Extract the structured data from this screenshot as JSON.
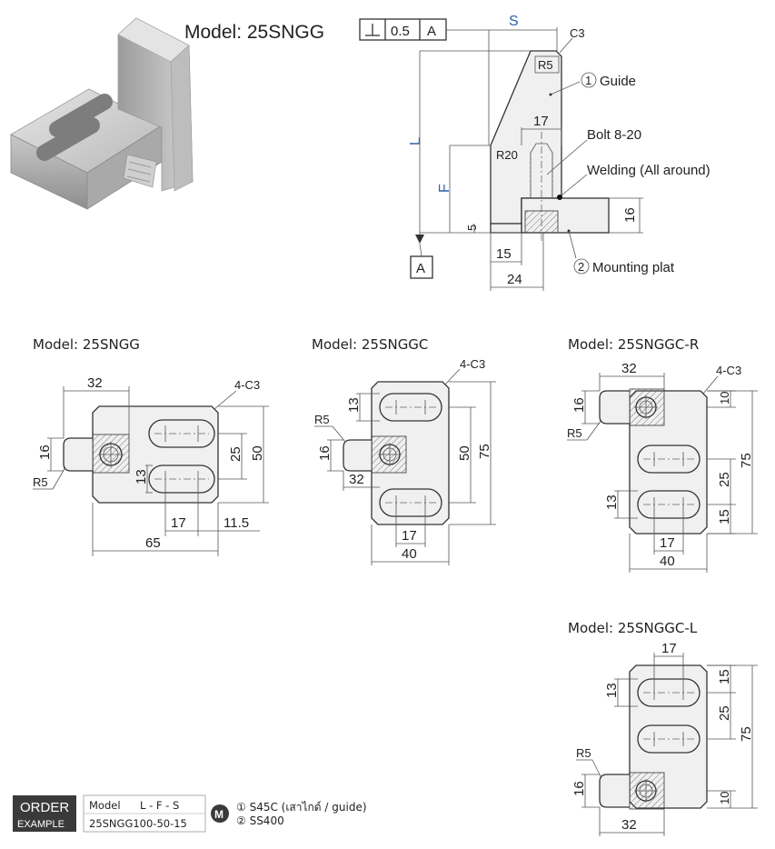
{
  "header": {
    "model": "Model: 25SNGG",
    "tolerance": {
      "symbol": "⊥",
      "value": "0.5",
      "datum": "A"
    }
  },
  "side_view": {
    "S": "S",
    "L": "L",
    "F": "F",
    "c3": "C3",
    "r5": "R5",
    "r20": "R20",
    "guide": "Guide",
    "guide_num": "1",
    "bolt_width": "17",
    "bolt": "Bolt 8-20",
    "welding": "Welding (All around)",
    "plate_h": "16",
    "five": "5",
    "fifteen": "15",
    "twentyfour": "24",
    "mount": "Mounting plat",
    "mount_num": "2",
    "datum": "A"
  },
  "views": {
    "v1": {
      "title": "Model: 25SNGG",
      "w32": "32",
      "c": "4-C3",
      "h16": "16",
      "r5": "R5",
      "d13": "13",
      "d25": "25",
      "d50": "50",
      "d17": "17",
      "d115": "11.5",
      "d65": "65"
    },
    "v2": {
      "title": "Model: 25SNGGC",
      "c": "4-C3",
      "d13": "13",
      "r5": "R5",
      "h16": "16",
      "w32": "32",
      "d50": "50",
      "d75": "75",
      "d17": "17",
      "d40": "40"
    },
    "v3": {
      "title": "Model: 25SNGGC-R",
      "w32": "32",
      "c": "4-C3",
      "h16": "16",
      "r5": "R5",
      "d10": "10",
      "d25": "25",
      "d75": "75",
      "d13": "13",
      "d15": "15",
      "d17": "17",
      "d40": "40"
    },
    "v4": {
      "title": "Model: 25SNGGC-L",
      "d17": "17",
      "d13": "13",
      "d15": "15",
      "d25": "25",
      "d75": "75",
      "r5": "R5",
      "h16": "16",
      "d10": "10",
      "w32": "32"
    }
  },
  "order": {
    "label1": "ORDER",
    "label2": "EXAMPLE",
    "model_label": "Model",
    "fields": "L - F - S",
    "example": "25SNGG100-50-15",
    "m": "M",
    "mat1": "① S45C (เสาไกด์ / guide)",
    "mat2": "② SS400"
  }
}
